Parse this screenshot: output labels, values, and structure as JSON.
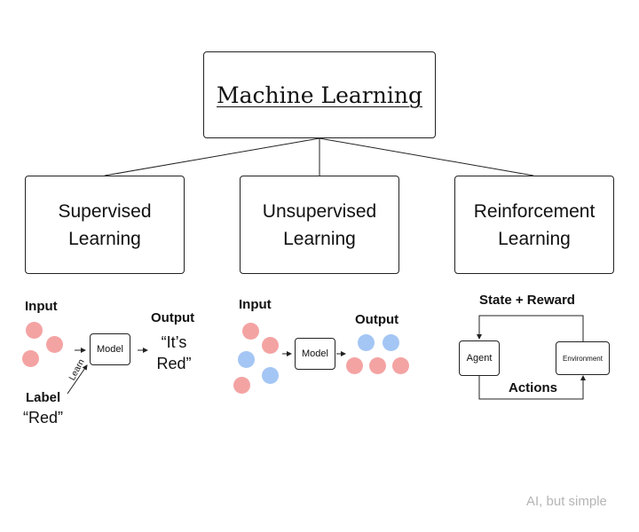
{
  "root": {
    "title": "Machine Learning"
  },
  "categories": [
    {
      "label": "Supervised\nLearning"
    },
    {
      "label": "Unsupervised\nLearning"
    },
    {
      "label": "Reinforcement\nLearning"
    }
  ],
  "supervised": {
    "input_label": "Input",
    "model_label": "Model",
    "output_label": "Output",
    "output_value": "“It’s\nRed”",
    "label_heading": "Label",
    "label_value": "“Red”",
    "learn_label": "Learn"
  },
  "unsupervised": {
    "input_label": "Input",
    "model_label": "Model",
    "output_label": "Output"
  },
  "reinforcement": {
    "state_reward_label": "State + Reward",
    "agent_label": "Agent",
    "environment_label": "Environment",
    "actions_label": "Actions"
  },
  "colors": {
    "red_dot": "#f4a3a3",
    "blue_dot": "#a4c6f4"
  },
  "watermark": "AI, but simple"
}
